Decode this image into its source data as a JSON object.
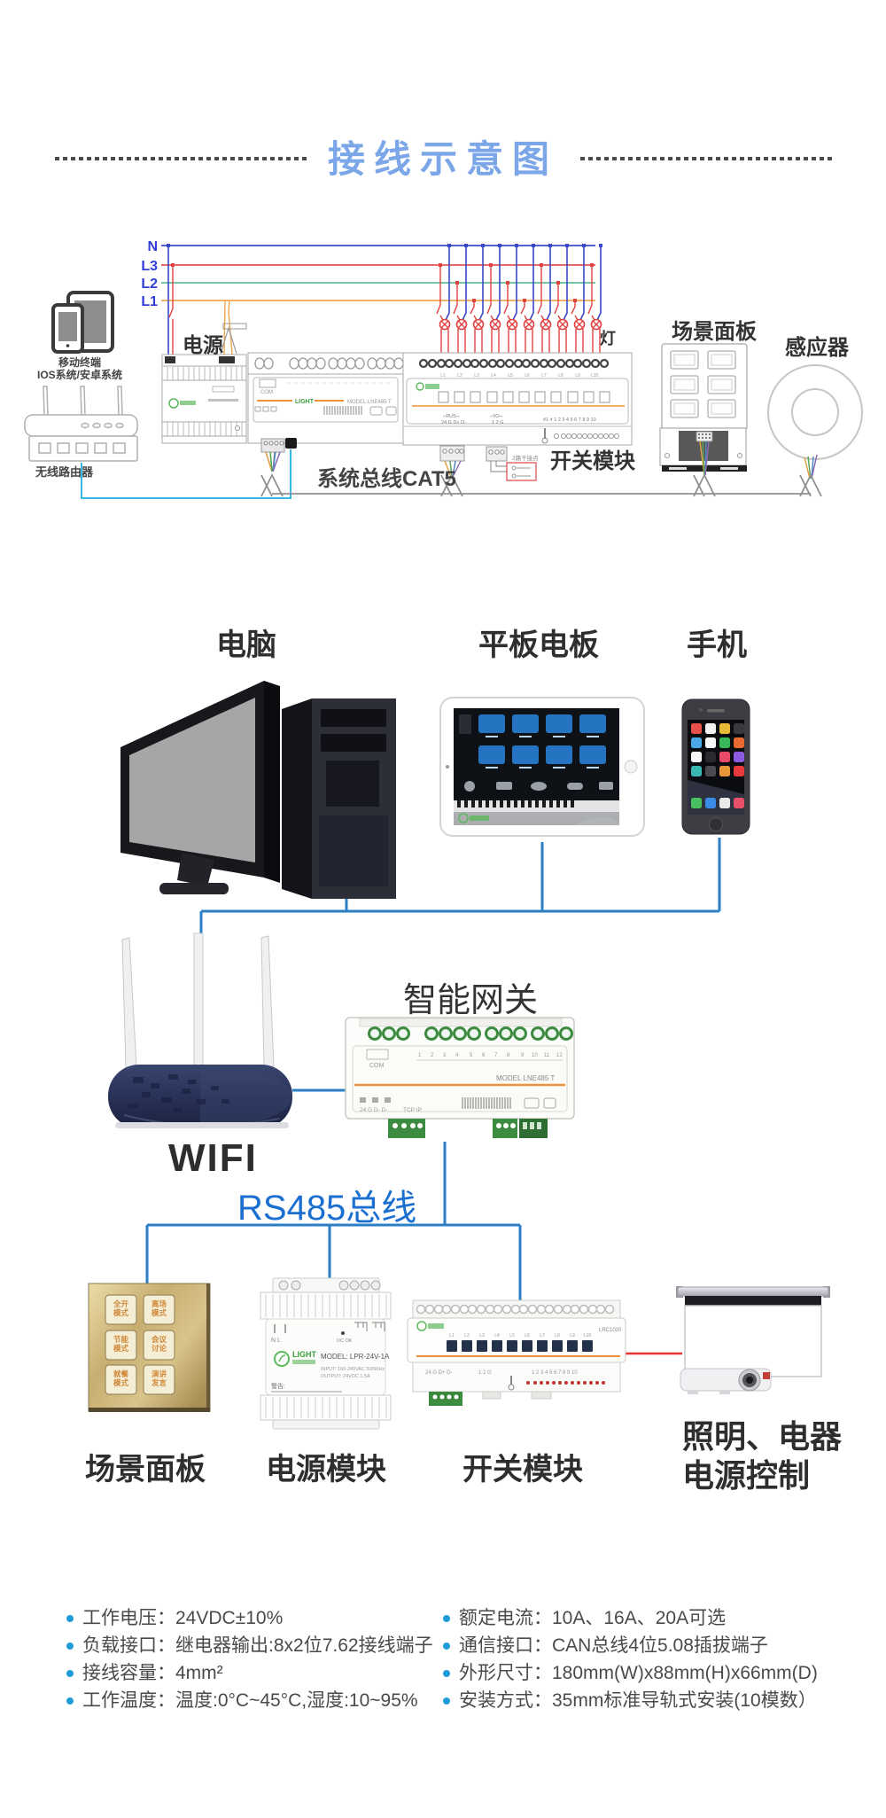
{
  "title": "接线示意图",
  "top_diagram": {
    "line_labels": [
      "N",
      "L3",
      "L2",
      "L1"
    ],
    "power_label": "电源",
    "mobile_label_1": "移动终端",
    "mobile_label_2": "IOS系统/安卓系统",
    "router_label": "无线路由器",
    "bus_label": "系统总线CAT5",
    "lamp_label": "灯",
    "switch_module_label": "开关模块",
    "scene_panel_label": "场景面板",
    "sensor_label": "感应器",
    "dry_contact_label": "2路干接点",
    "gateway_com": "COM",
    "gateway_model": "MODEL LNE485 T"
  },
  "middle": {
    "computer_label": "电脑",
    "tablet_label": "平板电板",
    "phone_label": "手机",
    "gateway_label": "智能网关",
    "wifi_label": "WIFI",
    "rs485_label": "RS485总线",
    "scene_panel_label": "场景面板",
    "power_module_label": "电源模块",
    "switch_module_label": "开关模块",
    "lighting_label_1": "照明、电器",
    "lighting_label_2": "电源控制",
    "gateway_com": "COM",
    "gateway_model": "MODEL LNE485 T",
    "power_module_model": "MODEL: LPR-24V-1A",
    "switch_module_model": "LRC1020",
    "scene_keys": [
      [
        "全开",
        "模式"
      ],
      [
        "离场",
        "模式"
      ],
      [
        "节能",
        "模式"
      ],
      [
        "会议",
        "讨论"
      ],
      [
        "就餐",
        "模式"
      ],
      [
        "演讲",
        "发言"
      ]
    ]
  },
  "specs": {
    "left": [
      "工作电压：24VDC±10%",
      "负载接口：继电器输出:8x2位7.62接线端子",
      "接线容量：4mm²",
      "工作温度：温度:0°C~45°C,湿度:10~95%"
    ],
    "right": [
      "额定电流：10A、16A、20A可选",
      "通信接口：CAN总线4位5.08插拔端子",
      "外形尺寸：180mm(W)x88mm(H)x66mm(D)",
      "安装方式：35mm标准导轨式安装(10模数）"
    ]
  },
  "colors": {
    "line_n": "#3b49c8",
    "line_l3": "#e05555",
    "line_l2": "#62bb96",
    "line_l1": "#f0a452",
    "blue_wire": "#2b7fc4",
    "red_wire": "#e83232",
    "cyan_wire": "#35b8e8",
    "bus_gray": "#909090",
    "title_blue": "#7ba6e8",
    "rs485_blue": "#1a6fd0",
    "bullet_blue": "#1f9cd8"
  }
}
